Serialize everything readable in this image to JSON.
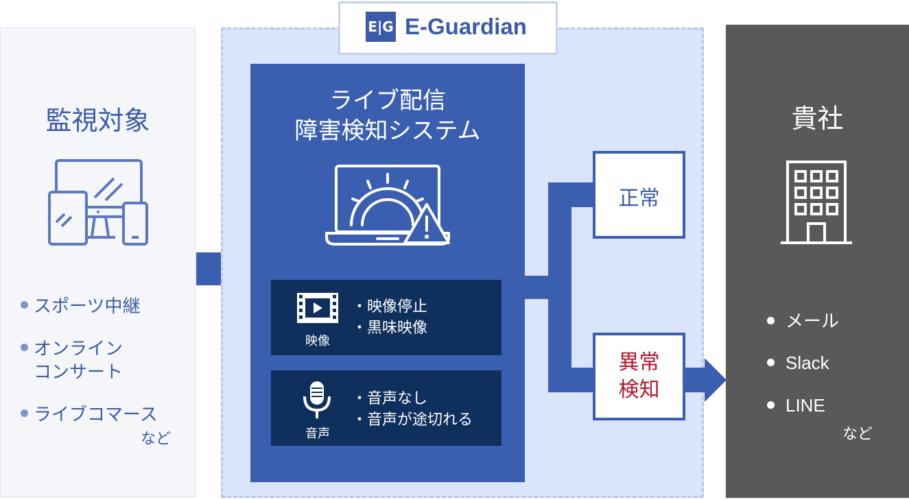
{
  "logo": {
    "mark": "E|G",
    "text": "E-Guardian"
  },
  "left": {
    "title": "監視対象",
    "items": [
      {
        "lines": [
          "スポーツ中継"
        ]
      },
      {
        "lines": [
          "オンライン",
          "コンサート"
        ]
      },
      {
        "lines": [
          "ライブコマース"
        ]
      }
    ],
    "etc": "など"
  },
  "system": {
    "title_line1": "ライブ配信",
    "title_line2": "障害検知システム",
    "video": {
      "caption": "映像",
      "checks": [
        "・映像停止",
        "・黒味映像"
      ]
    },
    "audio": {
      "caption": "音声",
      "checks": [
        "・音声なし",
        "・音声が途切れる"
      ]
    }
  },
  "results": {
    "normal": "正常",
    "anomaly_line1": "異常",
    "anomaly_line2": "検知"
  },
  "right": {
    "title": "貴社",
    "items": [
      "メール",
      "Slack",
      "LINE"
    ],
    "etc": "など"
  },
  "colors": {
    "primary": "#3b5fb0",
    "dark_navy": "#0f2f5c",
    "light_blue": "#dae5fb",
    "client_gray": "#595959",
    "alert_red": "#b3142b"
  }
}
